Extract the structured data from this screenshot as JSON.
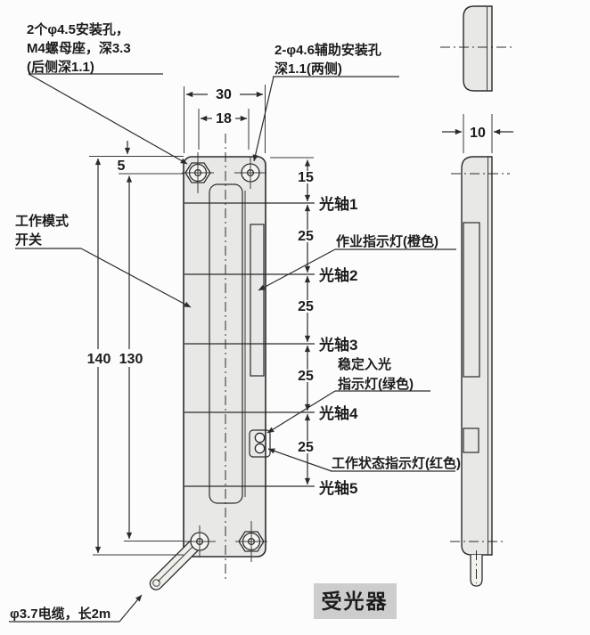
{
  "drawing": {
    "type": "mechanical-dimension-diagram",
    "part_name": "受光器",
    "labels": {
      "mounting_hole_lines": [
        "2个φ4.5安装孔，",
        "M4螺母座，深3.3",
        "(后侧深1.1)"
      ],
      "aux_hole_lines": [
        "2-φ4.6辅助安装孔",
        "深1.1(两侧)"
      ],
      "mode_switch_lines": [
        "工作模式",
        "开关"
      ],
      "cable": "φ3.7电缆，长2m",
      "work_indicator": "作业指示灯(橙色)",
      "stable_indicator_lines": [
        "稳定入光",
        "指示灯(绿色)"
      ],
      "status_indicator": "工作状态指示灯(红色)",
      "optical_axes": [
        "光轴1",
        "光轴2",
        "光轴3",
        "光轴4",
        "光轴5"
      ]
    },
    "dimensions": {
      "width_outer": "30",
      "hole_spacing": "18",
      "top_edge_to_hole": "5",
      "top_to_axis1": "15",
      "axis_pitch": "25",
      "height_outer": "140",
      "height_hole_to_hole": "130",
      "thickness": "10"
    },
    "colors": {
      "background": "#fcfcfc",
      "line": "#2b2b2b",
      "body_fill": "#e8e8e6",
      "badge_bg": "#cdcdcd"
    }
  }
}
